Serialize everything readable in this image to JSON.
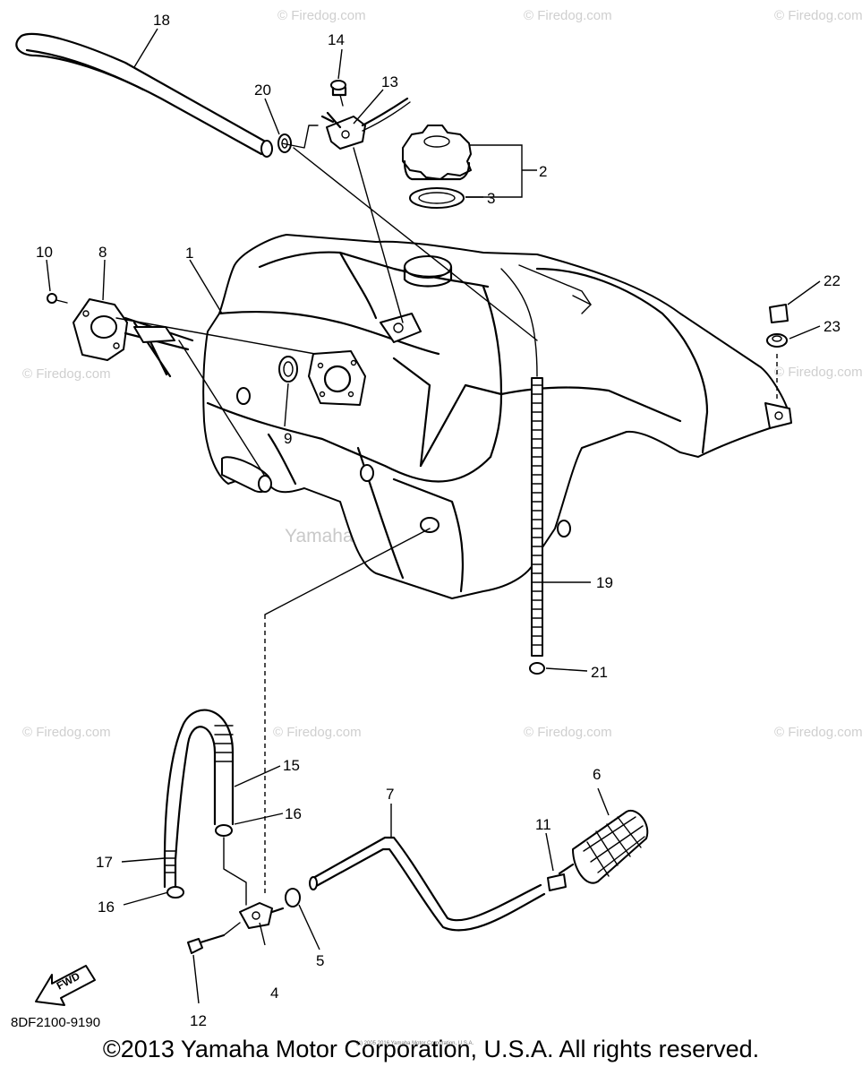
{
  "watermark": "© Firedog.com",
  "watermark_center": "Yamaha Motor Corp, U.S.A.",
  "diagram_code": "8DF2100-9190",
  "fwd_label": "FWD",
  "small_print": "(c) 2005 2016 Yamaha Motor Corporation, U.S.A.",
  "copyright": "©2013 Yamaha Motor Corporation, U.S.A. All rights reserved.",
  "callouts": [
    "1",
    "2",
    "3",
    "4",
    "5",
    "6",
    "7",
    "8",
    "9",
    "10",
    "11",
    "12",
    "13",
    "14",
    "15",
    "16",
    "16",
    "17",
    "18",
    "19",
    "20",
    "21",
    "22",
    "23"
  ]
}
